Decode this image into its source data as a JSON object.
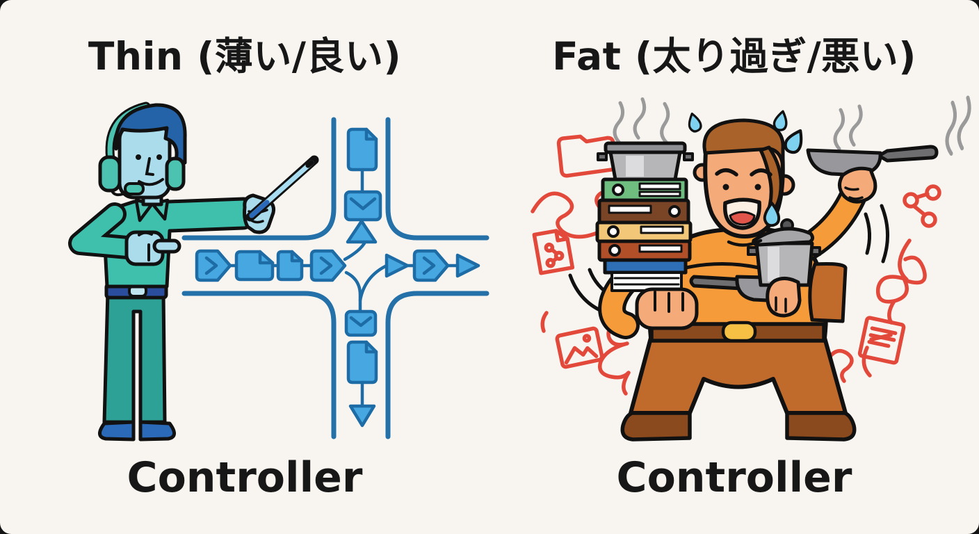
{
  "page": {
    "background_color": "#f8f5f0",
    "corner_color": "#141414",
    "text_color": "#171717"
  },
  "left_panel": {
    "title": "Thin (薄い/良い)",
    "caption": "Controller",
    "figure": "traffic-director-with-headset",
    "scene_icons": [
      "headset-icon",
      "microphone-icon",
      "pointer-baton-icon",
      "document-icon",
      "envelope-icon",
      "chevron-step-icon",
      "arrow-up-icon",
      "arrow-right-icon",
      "arrow-down-icon",
      "road-intersection"
    ],
    "palette": {
      "shirt": "#3ec0ad",
      "pants": "#2da195",
      "hair": "#2463a7",
      "skin": "#aadcec",
      "headset": "#4cc3b0",
      "belt": "#2a4d9e",
      "shoes": "#2a6ab8",
      "flow_fill": "#47a7e0",
      "flow_stroke": "#1e6ca5",
      "road": "#2470a8",
      "baton": "#a8dcf0"
    }
  },
  "right_panel": {
    "title": "Fat (太り過ぎ/悪い)",
    "caption": "Controller",
    "figure": "overloaded-sweating-cook",
    "scene_icons": [
      "steaming-pot-icon",
      "binder-stack-icon",
      "frying-pan-icon",
      "saucepan-with-lid-icon",
      "steam-icon",
      "sweat-drop-icon",
      "folder-icon",
      "scribble-icon",
      "share-file-icon",
      "image-icon",
      "share-nodes-icon",
      "document-icon",
      "tangle-scribble-icon",
      "motion-arc"
    ],
    "palette": {
      "skin": "#f4ab79",
      "hair": "#a9622a",
      "shirt": "#f59b3a",
      "pants": "#c06a2c",
      "belt": "#8a4a1e",
      "buckle": "#f5c044",
      "shoes": "#8a4a1e",
      "pot_gray": "#b6b6b8",
      "pan_gray": "#98989c",
      "sweat_blue": "#7fd2ef",
      "clutter_red": "#e2493b",
      "steam_gray": "#9a9a9a",
      "binders": [
        "#6fbe7f",
        "#7a4527",
        "#f2c878",
        "#b04f28",
        "#2f6fb5"
      ]
    }
  }
}
